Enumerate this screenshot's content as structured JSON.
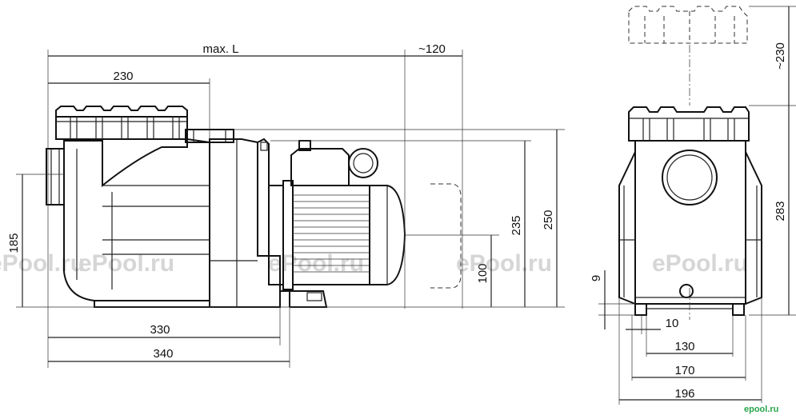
{
  "dimensions": {
    "max_l": "max. L",
    "motor_clearance": "~120",
    "strainer_length": "230",
    "total_height": "250",
    "mid_height": "235",
    "shaft_height": "100",
    "inlet_height": "185",
    "base_length_330": "330",
    "base_length_340": "340",
    "lid_removal": "~230",
    "side_height": "283",
    "foot_height": "9",
    "foot_width": "10",
    "base_width_130": "130",
    "base_width_170": "170",
    "base_width_196": "196"
  },
  "watermarks": [
    "ePool.ru",
    "ePool.ru",
    "ePool.ru",
    "ePool.ru"
  ],
  "brand_logo": "epool.ru"
}
